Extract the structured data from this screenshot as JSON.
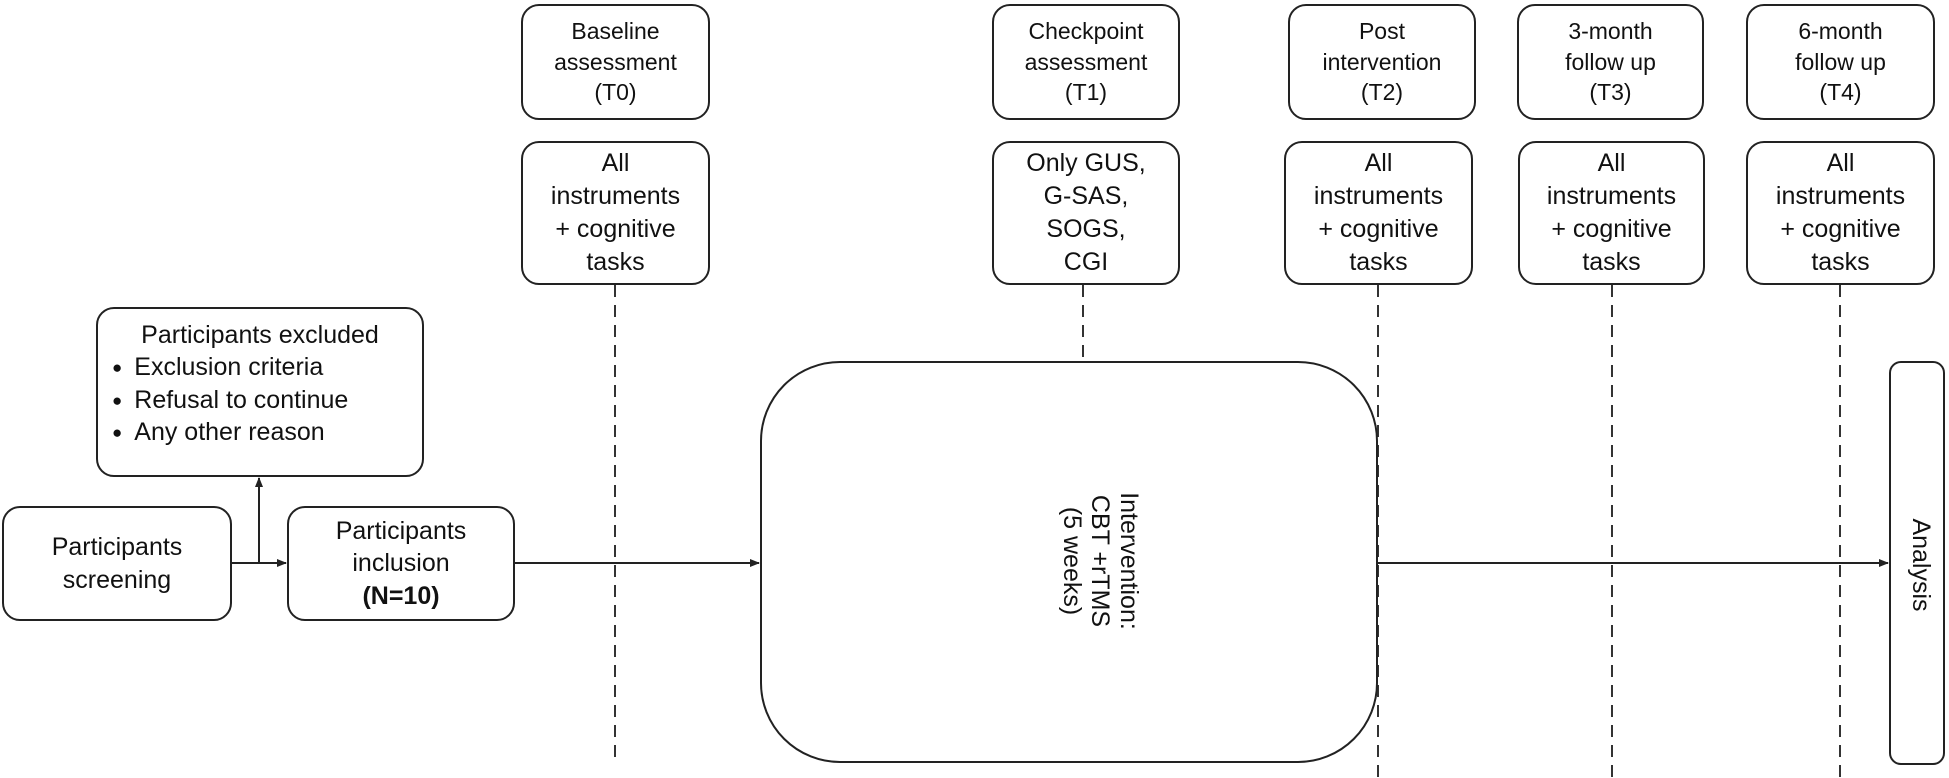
{
  "colors": {
    "line": "#222222",
    "box_border": "#222222",
    "background": "#ffffff"
  },
  "timepoints": [
    {
      "id": "t0",
      "header": "Baseline\nassessment\n(T0)",
      "content": "All\ninstruments\n+ cognitive\ntasks"
    },
    {
      "id": "t1",
      "header": "Checkpoint\nassessment\n(T1)",
      "content": "Only GUS,\nG-SAS,\nSOGS,\nCGI"
    },
    {
      "id": "t2",
      "header": "Post\nintervention\n(T2)",
      "content": "All\ninstruments\n+ cognitive\ntasks"
    },
    {
      "id": "t3",
      "header": "3-month\nfollow up\n(T3)",
      "content": "All\ninstruments\n+ cognitive\ntasks"
    },
    {
      "id": "t4",
      "header": "6-month\nfollow up\n(T4)",
      "content": "All\ninstruments\n+ cognitive\ntasks"
    }
  ],
  "screening": {
    "label": "Participants\nscreening"
  },
  "inclusion": {
    "label": "Participants\ninclusion",
    "n_label": "(N=10)"
  },
  "excluded": {
    "title": "Participants excluded",
    "items": [
      "Exclusion criteria",
      "Refusal to continue",
      "Any other reason"
    ]
  },
  "intervention": {
    "label": "Intervention:\nCBT +rTMS\n(5 weeks)"
  },
  "analysis": {
    "label": "Analysis"
  }
}
